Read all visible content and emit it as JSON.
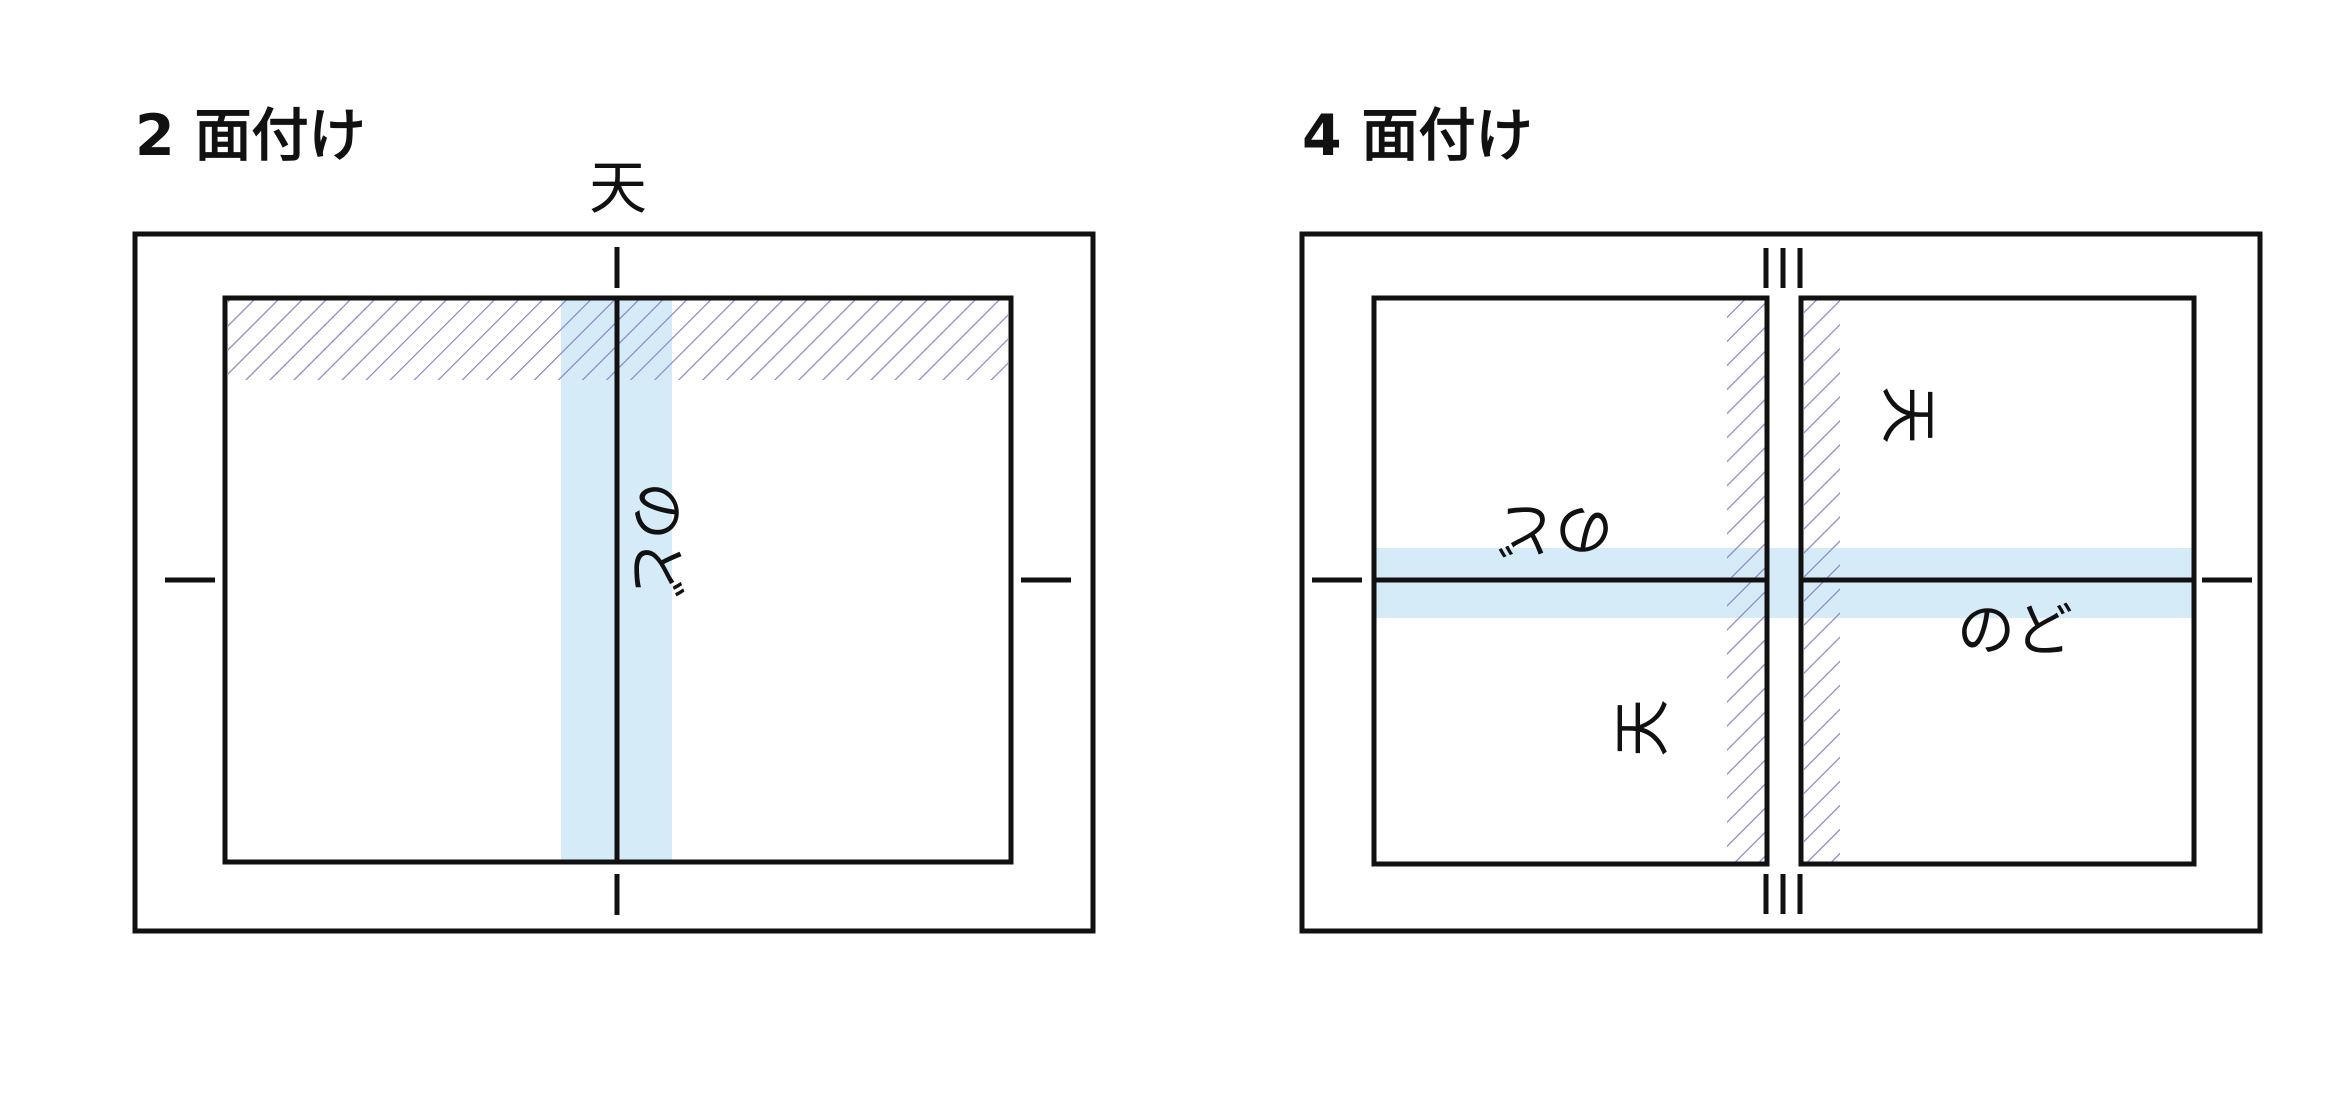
{
  "panel_2up": {
    "title": "2 面付け",
    "top_label": "天",
    "gutter_label": "のど"
  },
  "panel_4up": {
    "title": "4 面付け",
    "label_head_top_right": "天",
    "label_head_bottom_left": "天",
    "label_gutter_left": "のど",
    "label_gutter_right": "のど"
  },
  "colors": {
    "ink": "#111111",
    "gutter_band": "#d6ebf8",
    "hatch": "#8c88c8",
    "background": "#ffffff"
  }
}
